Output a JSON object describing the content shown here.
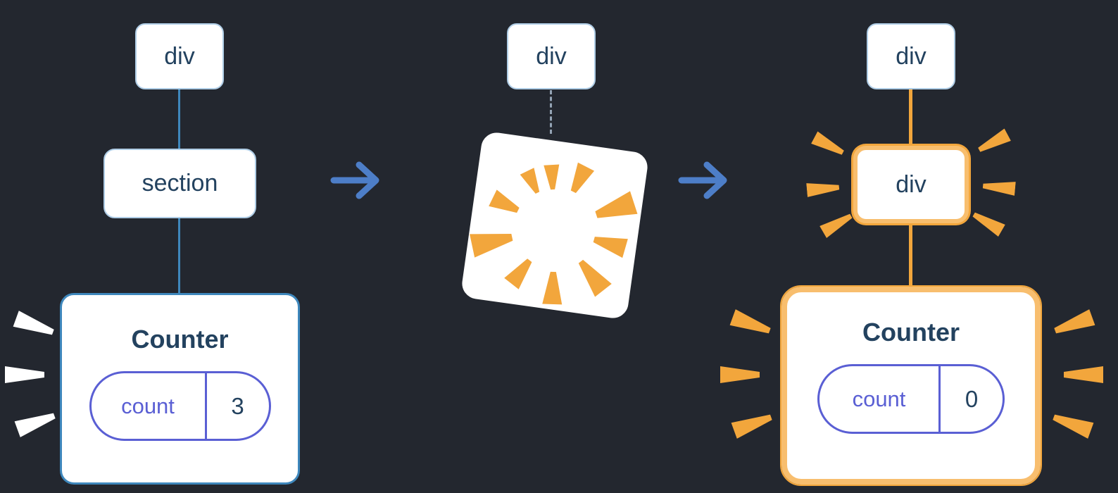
{
  "colors": {
    "background": "#23272F",
    "node_text": "#23425F",
    "border_light_blue": "#AFCDE6",
    "line_blue": "#3E87BC",
    "arrow_blue": "#4D7EC8",
    "dashed_gray": "#93A3B4",
    "orange": "#F2A63C",
    "orange_light": "#F8BE6E",
    "purple": "#5A5FD4",
    "white": "#FFFFFF"
  },
  "icons": {
    "arrow_right": "→",
    "spark": "✦",
    "burst": "✺"
  },
  "diagram": {
    "left": {
      "root": "div",
      "child": "section",
      "component": {
        "title": "Counter",
        "state_key": "count",
        "state_value": "3"
      }
    },
    "middle": {
      "root": "div"
    },
    "right": {
      "root": "div",
      "remounted": "div",
      "component": {
        "title": "Counter",
        "state_key": "count",
        "state_value": "0"
      }
    }
  }
}
